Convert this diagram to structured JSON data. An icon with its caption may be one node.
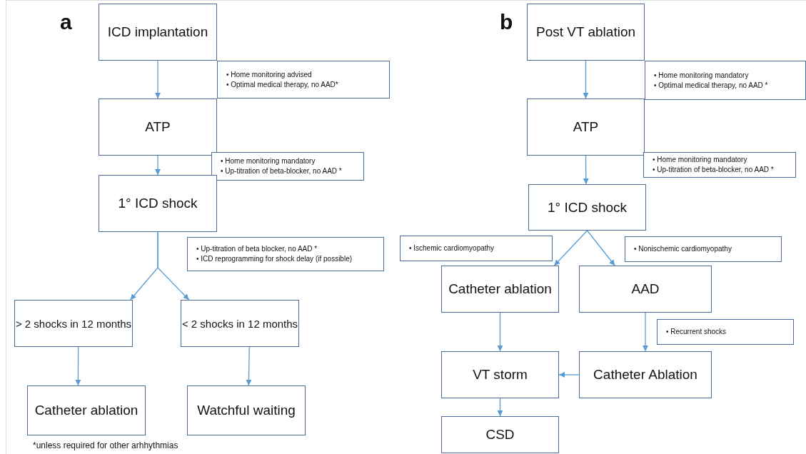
{
  "diagram": {
    "nodes": [
      {
        "text": [
          "ICD implantation"
        ]
      },
      {
        "text": [
          "• Home monitoring advised",
          "• Optimal medical therapy, no AAD*"
        ]
      },
      {
        "text": [
          "ATP"
        ]
      },
      {
        "text": [
          "• Home monitoring mandatory",
          "• Up-titration of beta-blocker, no AAD *"
        ]
      },
      {
        "text": [
          "1° ICD shock"
        ]
      },
      {
        "text": [
          "• Up-titration of beta blocker, no AAD *",
          "• ICD reprogramming for shock delay (if possible)"
        ]
      },
      {
        "text": [
          "> 2 shocks in 12 months"
        ]
      },
      {
        "text": [
          "< 2 shocks in 12 months"
        ]
      },
      {
        "text": [
          "Catheter ablation"
        ]
      },
      {
        "text": [
          "Watchful waiting"
        ]
      },
      {
        "text": [
          "Post VT ablation"
        ]
      },
      {
        "text": [
          "• Home monitoring mandatory",
          "• Optimal medical therapy, no AAD *"
        ]
      },
      {
        "text": [
          "ATP"
        ]
      },
      {
        "text": [
          "• Home monitoring mandatory",
          "• Up-titration of beta-blocker, no AAD *"
        ]
      },
      {
        "text": [
          "1° ICD shock"
        ]
      },
      {
        "text": [
          "• Ischemic cardiomyopathy"
        ]
      },
      {
        "text": [
          "• Nonischemic cardiomyopathy"
        ]
      },
      {
        "text": [
          "Catheter ablation"
        ]
      },
      {
        "text": [
          "AAD"
        ]
      },
      {
        "text": [
          "• Recurrent shocks"
        ]
      },
      {
        "text": [
          "VT storm"
        ]
      },
      {
        "text": [
          "Catheter Ablation"
        ]
      },
      {
        "text": [
          "CSD"
        ]
      }
    ],
    "edges": [
      {
        "from": 0,
        "to": 2,
        "arrow": "to"
      },
      {
        "from": 2,
        "to": 4,
        "arrow": "to"
      },
      {
        "from": 4,
        "to": 6,
        "arrow": "to"
      },
      {
        "from": 4,
        "to": 7,
        "arrow": "to"
      },
      {
        "from": 6,
        "to": 8,
        "arrow": "to"
      },
      {
        "from": 7,
        "to": 9,
        "arrow": "to"
      },
      {
        "from": 10,
        "to": 12,
        "arrow": "to"
      },
      {
        "from": 12,
        "to": 14,
        "arrow": "to"
      },
      {
        "from": 14,
        "to": 17,
        "arrow": "to"
      },
      {
        "from": 14,
        "to": 18,
        "arrow": "to"
      },
      {
        "from": 17,
        "to": 20,
        "arrow": "to"
      },
      {
        "from": 18,
        "to": 21,
        "arrow": "to"
      },
      {
        "from": 21,
        "to": 20,
        "arrow": "to"
      },
      {
        "from": 20,
        "to": 22,
        "arrow": "to"
      }
    ],
    "labels": [
      "a",
      "b",
      "*unless required for other arhhythmias"
    ]
  }
}
